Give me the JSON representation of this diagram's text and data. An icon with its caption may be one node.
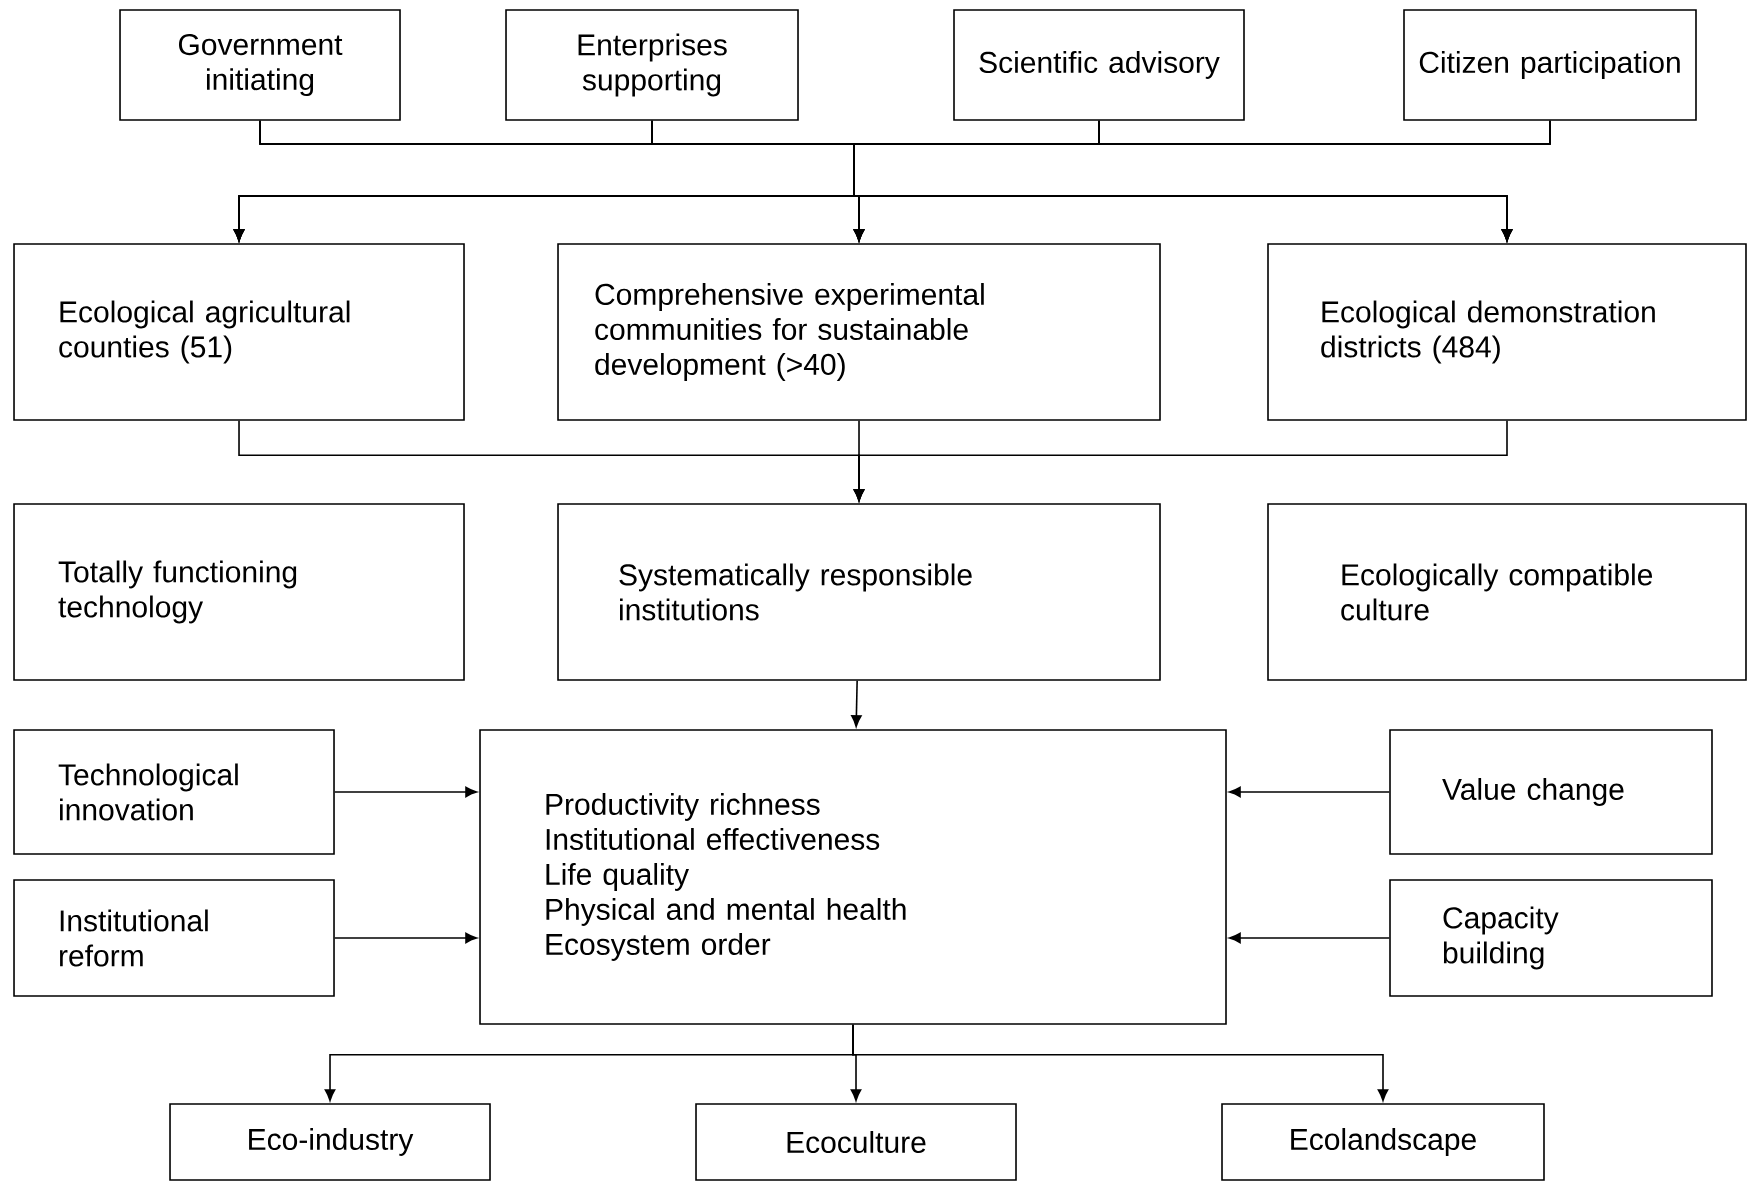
{
  "diagram": {
    "nodes": [
      {
        "text": [
          "Government initiating"
        ]
      },
      {
        "text": [
          "Enterprises supporting"
        ]
      },
      {
        "text": [
          "Scientific advisory"
        ]
      },
      {
        "text": [
          "Citizen participation"
        ]
      },
      {
        "text": [
          "Ecological agricultural counties (51)"
        ]
      },
      {
        "text": [
          "Comprehensive experimental communities for sustainable development (>40)"
        ]
      },
      {
        "text": [
          "Ecological demonstration districts (484)"
        ]
      },
      {
        "text": [
          "Totally functioning technology"
        ]
      },
      {
        "text": [
          "Systematically responsible institutions"
        ]
      },
      {
        "text": [
          "Ecologically compatible culture"
        ]
      },
      {
        "text": [
          "Technological innovation"
        ]
      },
      {
        "text": [
          "Institutional reform"
        ]
      },
      {
        "text": [
          "Productivity richness",
          "Institutional effectiveness",
          "Life quality",
          "Physical and mental health",
          "Ecosystem order"
        ]
      },
      {
        "text": [
          "Value change"
        ]
      },
      {
        "text": [
          "Capacity building"
        ]
      },
      {
        "text": [
          "Eco-industry"
        ]
      },
      {
        "text": [
          "Ecoculture"
        ]
      },
      {
        "text": [
          "Ecolandscape"
        ]
      }
    ],
    "edges": [
      {
        "from": 0,
        "to": 4,
        "arrow": "to"
      },
      {
        "from": 0,
        "to": 5,
        "arrow": "to"
      },
      {
        "from": 0,
        "to": 6,
        "arrow": "to"
      },
      {
        "from": 1,
        "to": 4,
        "arrow": "to"
      },
      {
        "from": 1,
        "to": 5,
        "arrow": "to"
      },
      {
        "from": 1,
        "to": 6,
        "arrow": "to"
      },
      {
        "from": 2,
        "to": 4,
        "arrow": "to"
      },
      {
        "from": 2,
        "to": 5,
        "arrow": "to"
      },
      {
        "from": 2,
        "to": 6,
        "arrow": "to"
      },
      {
        "from": 3,
        "to": 4,
        "arrow": "to"
      },
      {
        "from": 3,
        "to": 5,
        "arrow": "to"
      },
      {
        "from": 3,
        "to": 6,
        "arrow": "to"
      },
      {
        "from": 4,
        "to": 8,
        "arrow": "to"
      },
      {
        "from": 5,
        "to": 8,
        "arrow": "to"
      },
      {
        "from": 6,
        "to": 8,
        "arrow": "to"
      },
      {
        "from": 8,
        "to": 12,
        "arrow": "to"
      },
      {
        "from": 10,
        "to": 12,
        "arrow": "to"
      },
      {
        "from": 11,
        "to": 12,
        "arrow": "to"
      },
      {
        "from": 13,
        "to": 12,
        "arrow": "to"
      },
      {
        "from": 14,
        "to": 12,
        "arrow": "to"
      },
      {
        "from": 12,
        "to": 15,
        "arrow": "to"
      },
      {
        "from": 12,
        "to": 16,
        "arrow": "to"
      },
      {
        "from": 12,
        "to": 17,
        "arrow": "to"
      }
    ]
  }
}
